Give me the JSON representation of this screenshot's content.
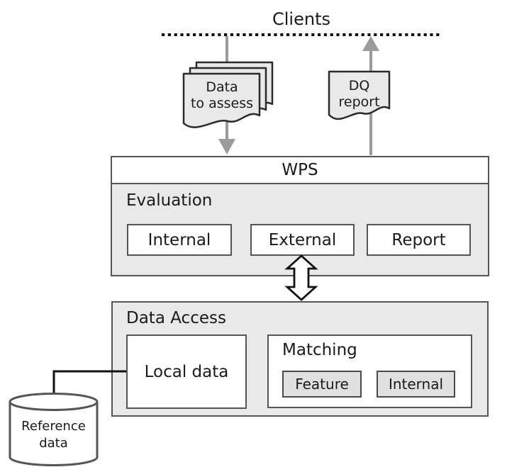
{
  "clients": {
    "label": "Clients"
  },
  "flows": {
    "to_wps_doc": {
      "line1": "Data",
      "line2": "to assess"
    },
    "from_wps_doc": {
      "line1": "DQ",
      "line2": "report"
    }
  },
  "wps": {
    "title": "WPS",
    "evaluation": {
      "label": "Evaluation",
      "components": [
        {
          "label": "Internal"
        },
        {
          "label": "External"
        },
        {
          "label": "Report"
        }
      ]
    }
  },
  "data_access": {
    "label": "Data Access",
    "local_data_label": "Local data",
    "matching": {
      "label": "Matching",
      "components": [
        {
          "label": "Feature"
        },
        {
          "label": "Internal"
        }
      ]
    }
  },
  "reference_data": {
    "line1": "Reference",
    "line2": "data"
  },
  "colors": {
    "panel_fill": "#e9e9e9",
    "chip_fill": "#e0e0e0",
    "box_border": "#555555",
    "arrow_gray": "#9b9b9b",
    "line_black": "#111111"
  }
}
